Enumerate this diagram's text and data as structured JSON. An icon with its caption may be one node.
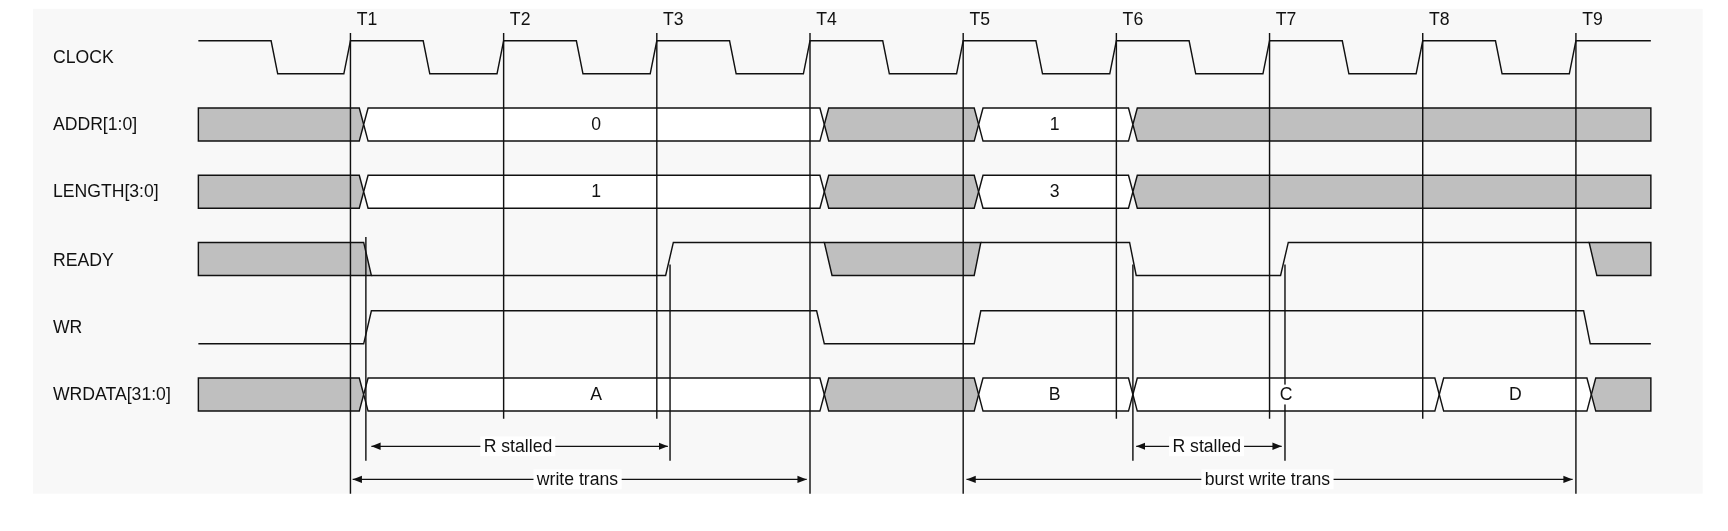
{
  "diagram": {
    "labels": [
      "T1",
      "T2",
      "T3",
      "T4",
      "T5",
      "T6",
      "T7",
      "T8",
      "T9",
      "CLOCK",
      "ADDR[1:0]",
      "0",
      "1",
      "LENGTH[3:0]",
      "1",
      "3",
      "READY",
      "WR",
      "WRDATA[31:0]",
      "A",
      "B",
      "C",
      "D",
      "R stalled",
      "R stalled",
      "write trans",
      "burst write trans"
    ]
  }
}
